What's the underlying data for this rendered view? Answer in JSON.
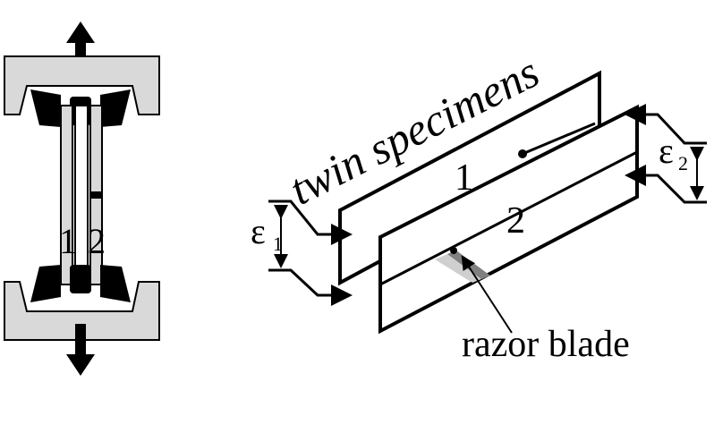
{
  "diagram": {
    "grip_specimen_labels": [
      "1",
      "2"
    ],
    "title": "twin specimens",
    "specimen_1_label": "1",
    "specimen_2_label": "2",
    "strain_1_symbol": "ε",
    "strain_1_subscript": "1",
    "strain_2_symbol": "ε",
    "strain_2_subscript": "2",
    "blade_label": "razor blade"
  },
  "colors": {
    "ink": "#000000",
    "grip_fill": "#d9d9d9",
    "blade_fill": "#808080",
    "blade_highlight": "#cfcfcf"
  },
  "icons": [
    "arrow-up-icon",
    "arrow-down-icon"
  ]
}
